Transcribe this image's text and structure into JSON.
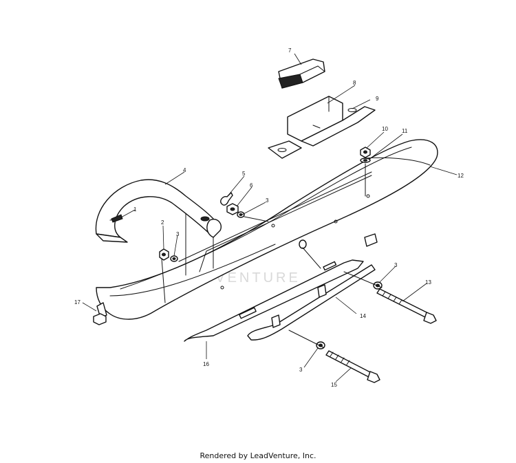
{
  "callouts": {
    "n1": "1",
    "n2": "2",
    "n3a": "3",
    "n3b": "3",
    "n3c": "3",
    "n3d": "3",
    "n4": "4",
    "n5": "5",
    "n6": "6",
    "n7": "7",
    "n8": "8",
    "n9": "9",
    "n10": "10",
    "n11": "11",
    "n12": "12",
    "n13": "13",
    "n14": "14",
    "n15": "15",
    "n16": "16",
    "n17": "17"
  },
  "watermark": "LEADVENTURE",
  "footer": "Rendered by LeadVenture, Inc."
}
